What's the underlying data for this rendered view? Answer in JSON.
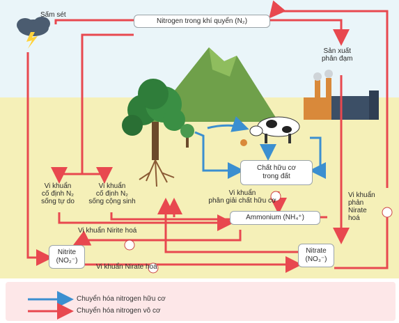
{
  "nodes": {
    "atmosphere": "Nitrogen trong khí quyển (N₂)",
    "organic": "Chất hữu cơ\ntrong đất",
    "ammonium": "Ammonium (NH₄⁺)",
    "nitrite": "Nitrite\n(NO₂⁻)",
    "nitrate": "Nitrate\n(NO₃⁻)"
  },
  "labels": {
    "lightning": "Sấm sét",
    "fertilizer": "Sản xuất\nphân đạm",
    "free_living": "Vi khuẩn\ncố định N₂\nsống tự do",
    "symbiotic": "Vi khuẩn\ncố định N₂\nsống cộng sinh",
    "decomposer": "Vi khuẩn\nphân giải chất hữu cơ",
    "nitrite_bacteria": "Vi khuẩn Nirite hoá",
    "nitrate_bacteria": "Vi khuẩn Nirate hoá",
    "denitrifying": "Vi khuẩn\nphản\nNirate\nhoá"
  },
  "legend": [
    {
      "label": "Chuyển hóa nitrogen hữu cơ",
      "color": "#3b8fd0"
    },
    {
      "label": "Chuyển hóa nitrogen vô cơ",
      "color": "#e8484f"
    }
  ],
  "colors": {
    "organic_arrow": "#3b8fd0",
    "inorganic_arrow": "#e8484f",
    "sky": "#e9f4f8",
    "field": "#f4efb4",
    "legend_band": "#fde6e7"
  },
  "icons": [
    "lightning-cloud-icon",
    "factory-icon",
    "mountain-icon",
    "tree-icon",
    "cow-icon",
    "bacteria-icon"
  ]
}
